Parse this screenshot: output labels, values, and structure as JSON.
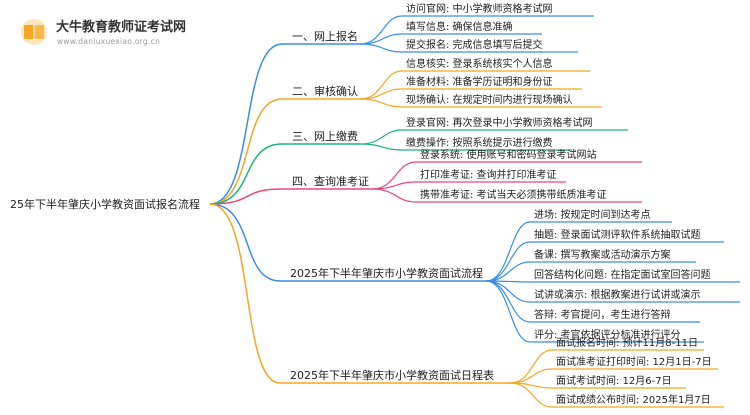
{
  "logo": {
    "title": "大牛教育教师证考试网",
    "url": "www.daniuxuexiao.org.cn",
    "icon": "book-icon",
    "color": "#f5a623"
  },
  "root": {
    "label": "25年下半年肇庆小学教资面试报名流程"
  },
  "branches": [
    {
      "label": "一、网上报名",
      "color": "#3a8ee6",
      "leaves": [
        "访问官网: 中小学教师资格考试网",
        "填写信息: 确保信息准确",
        "提交报名: 完成信息填写后提交"
      ]
    },
    {
      "label": "二、审核确认",
      "color": "#f5a623",
      "leaves": [
        "信息核实: 登录系统核实个人信息",
        "准备材料: 准备学历证明和身份证",
        "现场确认: 在规定时间内进行现场确认"
      ]
    },
    {
      "label": "三、网上缴费",
      "color": "#1bb37a",
      "leaves": [
        "登录官网: 再次登录中小学教师资格考试网",
        "缴费操作: 按照系统提示进行缴费"
      ]
    },
    {
      "label": "四、查询准考证",
      "color": "#e64883",
      "leaves": [
        "登录系统: 使用账号和密码登录考试网站",
        "打印准考证: 查询并打印准考证",
        "携带准考证: 考试当天必须携带纸质准考证"
      ]
    },
    {
      "label": "2025年下半年肇庆市小学教资面试流程",
      "color": "#3a8ee6",
      "leaves": [
        "进场: 按规定时间到达考点",
        "抽题: 登录面试测评软件系统抽取试题",
        "备课: 撰写教案或活动演示方案",
        "回答结构化问题: 在指定面试室回答问题",
        "试讲或演示: 根据教案进行试讲或演示",
        "答辩: 考官提问，考生进行答辩",
        "评分: 考官依据评分标准进行评分"
      ]
    },
    {
      "label": "2025年下半年肇庆市小学教资面试日程表",
      "color": "#f5a623",
      "leaves": [
        "面试报名时间: 预计11月8-11日",
        "面试准考证打印时间: 12月1日-7日",
        "面试考试时间: 12月6-7日",
        "面试成绩公布时间: 2025年1月7日"
      ]
    }
  ]
}
